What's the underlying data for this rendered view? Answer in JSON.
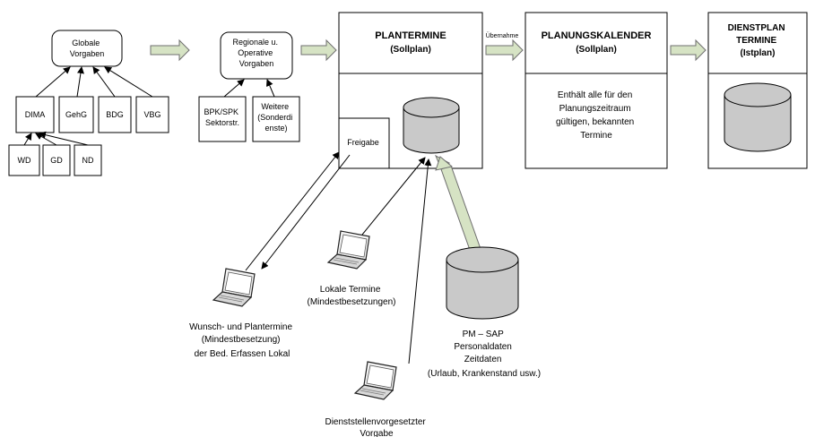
{
  "left": {
    "global": [
      "Globale",
      "Vorgaben"
    ],
    "laws": [
      "DIMA",
      "GehG",
      "BDG",
      "VBG"
    ],
    "sub": [
      "WD",
      "GD",
      "ND"
    ]
  },
  "regional": {
    "title": [
      "Regionale u.",
      "Operative",
      "Vorgaben"
    ],
    "bpk": [
      "BPK/SPK",
      "Sektorstr."
    ],
    "weitere": [
      "Weitere",
      "(Sonderdi",
      "enste)"
    ]
  },
  "plantermine": {
    "title": "PLANTERMINE",
    "subtitle": "(Sollplan)",
    "freigabe": "Freigabe"
  },
  "uebernahme": "Übernahme",
  "planungskalender": {
    "title": "PLANUNGSKALENDER",
    "subtitle": "(Sollplan)",
    "body": [
      "Enthält alle für den",
      "Planungszeitraum",
      "gültigen, bekannten",
      "Termine"
    ]
  },
  "dienstplan": {
    "title": [
      "DIENSTPLAN",
      "TERMINE",
      "(Istplan)"
    ]
  },
  "laptops": {
    "wunsch": [
      "Wunsch- und Plantermine",
      "(Mindestbesetzung)",
      "der Bed. Erfassen Lokal"
    ],
    "lokal": [
      "Lokale Termine",
      "(Mindestbesetzungen)"
    ],
    "dienststelle": [
      "Dienststellenvorgesetzter",
      "Vorgabe"
    ]
  },
  "pmsap": [
    "PM – SAP",
    "Personaldaten",
    "Zeitdaten",
    "(Urlaub, Krankenstand usw.)"
  ]
}
